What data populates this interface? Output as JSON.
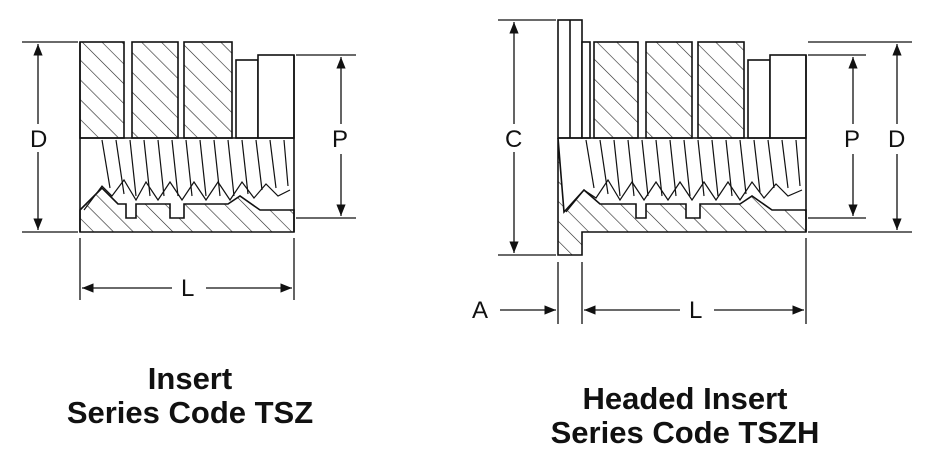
{
  "left_figure": {
    "dim_D": "D",
    "dim_P": "P",
    "dim_L": "L",
    "caption_line1": "Insert",
    "caption_line2": "Series Code TSZ"
  },
  "right_figure": {
    "dim_C": "C",
    "dim_P": "P",
    "dim_D": "D",
    "dim_A": "A",
    "dim_L": "L",
    "caption_line1": "Headed Insert",
    "caption_line2": "Series Code TSZH"
  }
}
